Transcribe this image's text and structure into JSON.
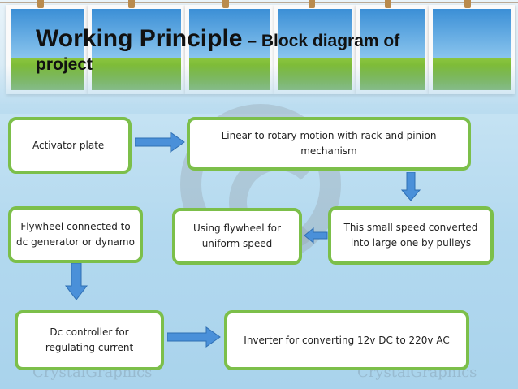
{
  "title": {
    "main": "Working Principle",
    "dash": " – ",
    "rest": "Block diagram of",
    "line2": "project"
  },
  "watermark": {
    "brand": "CrystalGraphics"
  },
  "blocks": {
    "activator": "Activator plate",
    "linear_rotary": "Linear to rotary motion with rack and pinion mechanism",
    "speed_converter": "This small speed converted into large one by pulleys",
    "flywheel_uniform": "Using flywheel for uniform speed",
    "flywheel_generator": "Flywheel connected to dc generator or dynamo",
    "dc_controller": "Dc controller for regulating current",
    "inverter": "Inverter for converting 12v DC to 220v AC"
  },
  "colors": {
    "box_border": "#7cbf4a",
    "arrow_fill": "#4a90d9",
    "title_text": "#111111"
  }
}
